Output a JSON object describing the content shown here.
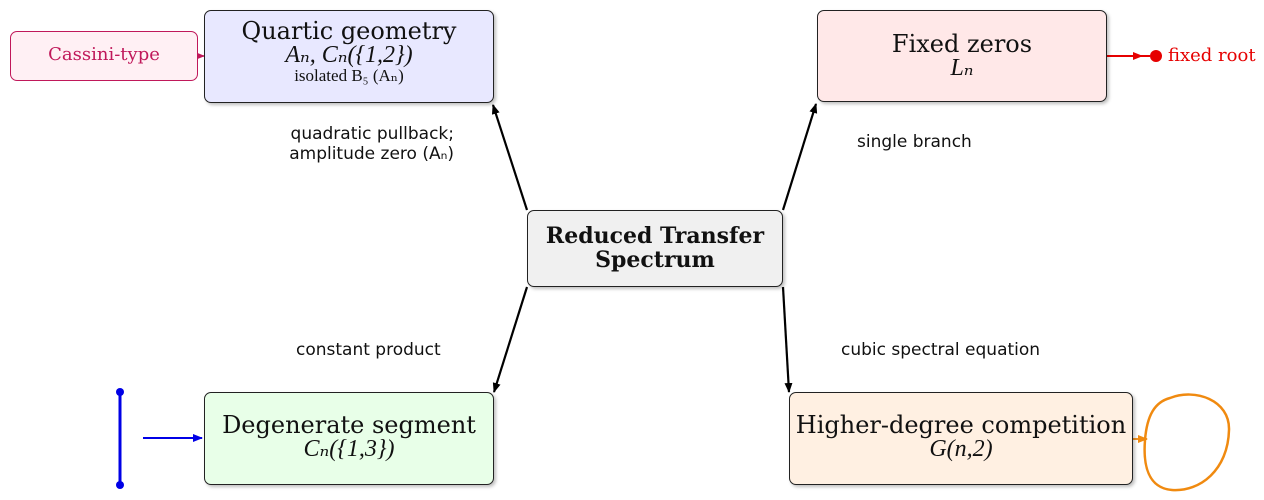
{
  "center": {
    "line1": "Reduced Transfer",
    "line2": "Spectrum"
  },
  "quartic": {
    "title": "Quartic geometry",
    "sub": "Aₙ, Cₙ({1,2})",
    "note": "isolated B₅ (Aₙ)"
  },
  "fixed": {
    "title": "Fixed zeros",
    "sub": "Lₙ"
  },
  "degenerate": {
    "title": "Degenerate segment",
    "sub": "Cₙ({1,3})"
  },
  "higher": {
    "title": "Higher-degree competition",
    "sub": "G(n,2)"
  },
  "cassini": {
    "label": "Cassini-type"
  },
  "fixed_root": {
    "label": "fixed root"
  },
  "edges": {
    "quadratic_1": "quadratic pullback;",
    "quadratic_2": "amplitude zero (Aₙ)",
    "single": "single branch",
    "constant": "constant product",
    "cubic": "cubic spectral equation"
  },
  "colors": {
    "quartic_fill": "#e8e8ff",
    "fixed_fill": "#ffe8e8",
    "degenerate_fill": "#e8ffe8",
    "higher_fill": "#fff0e2",
    "center_fill": "#f0f0f0",
    "cassini": "#c0185a",
    "fixed_root": "#e60000",
    "segment": "#0000e6",
    "loop": "#f08a10"
  }
}
